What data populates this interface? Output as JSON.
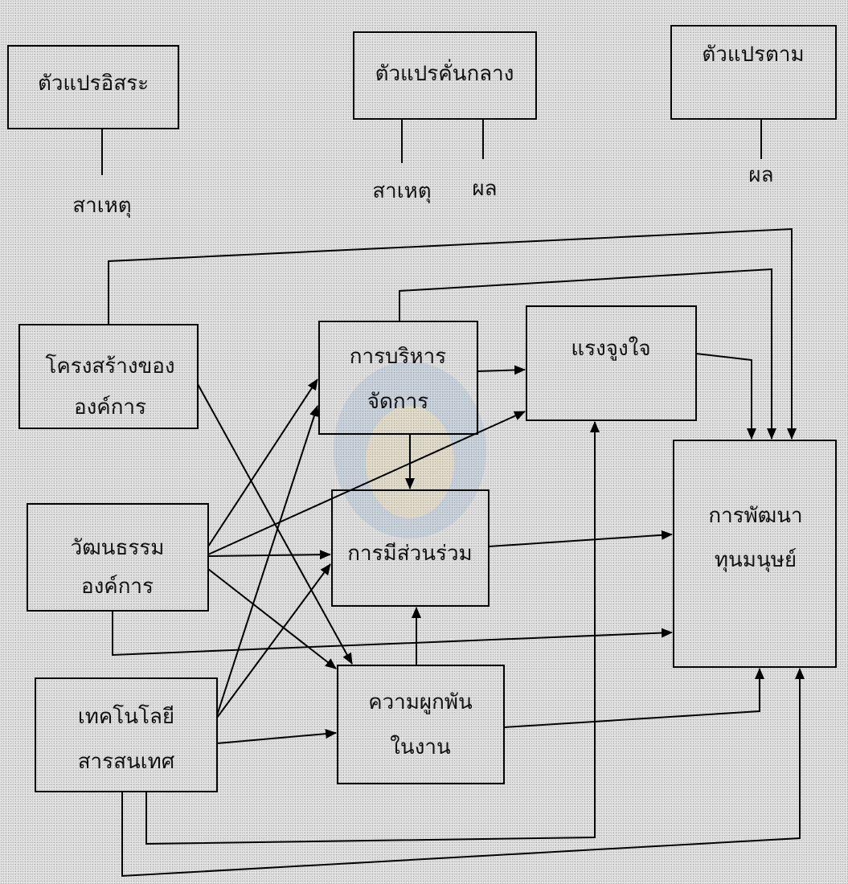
{
  "legend": {
    "independent_variable": {
      "label": "ตัวแปรอิสระ",
      "role": "สาเหตุ"
    },
    "mediating_variable": {
      "label": "ตัวแปรคั่นกลาง",
      "role_cause": "สาเหตุ",
      "role_effect": "ผล"
    },
    "dependent_variable": {
      "label": "ตัวแปรตาม",
      "role": "ผล"
    }
  },
  "nodes": {
    "organizational_structure": {
      "line1": "โครงสร้างของ",
      "line2": "องค์การ"
    },
    "organizational_culture": {
      "line1": "วัฒนธรรม",
      "line2": "องค์การ"
    },
    "information_technology": {
      "line1": "เทคโนโลยี",
      "line2": "สารสนเทศ"
    },
    "management": {
      "line1": "การบริหาร",
      "line2": "จัดการ"
    },
    "motivation": {
      "line1": "แรงจูงใจ"
    },
    "participation": {
      "line1": "การมีส่วนร่วม"
    },
    "work_engagement": {
      "line1": "ความผูกพัน",
      "line2": "ในงาน"
    },
    "human_capital_development": {
      "line1": "การพัฒนา",
      "line2": "ทุนมนุษย์"
    }
  },
  "colors": {
    "line": "#000000",
    "background": "#e4e4e4"
  }
}
